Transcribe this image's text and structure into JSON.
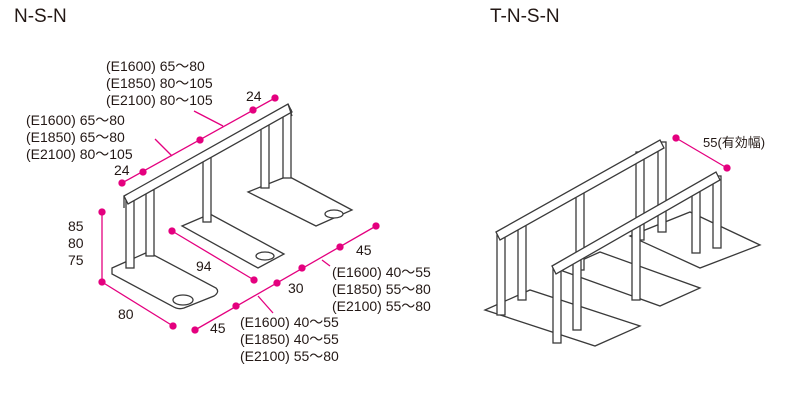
{
  "titles": {
    "left": "N-S-N",
    "right": "T-N-S-N"
  },
  "colors": {
    "dimension": "#e4007f",
    "line": "#3a3a3a"
  },
  "left": {
    "rail_upper": [
      "(E1600)  65～80",
      "(E1850)  80～105",
      "(E2100)  80～105"
    ],
    "rail_lower": [
      "(E1600)  65～80",
      "(E1850)  65～80",
      "(E2100)  80～105"
    ],
    "dim_24_top": "24",
    "dim_24_bottom": "24",
    "height": [
      "85",
      "80",
      "75"
    ],
    "width": "80",
    "depth": "94",
    "dim_45_right": "45",
    "dim_30": "30",
    "dim_45_left": "45",
    "base_right": [
      "(E1600)  40～55",
      "(E1850)  55～80",
      "(E2100)  55～80"
    ],
    "base_left": [
      "(E1600)  40～55",
      "(E1850)  40～55",
      "(E2100)  55～80"
    ]
  },
  "right": {
    "effective_width": "55(有効幅)"
  }
}
